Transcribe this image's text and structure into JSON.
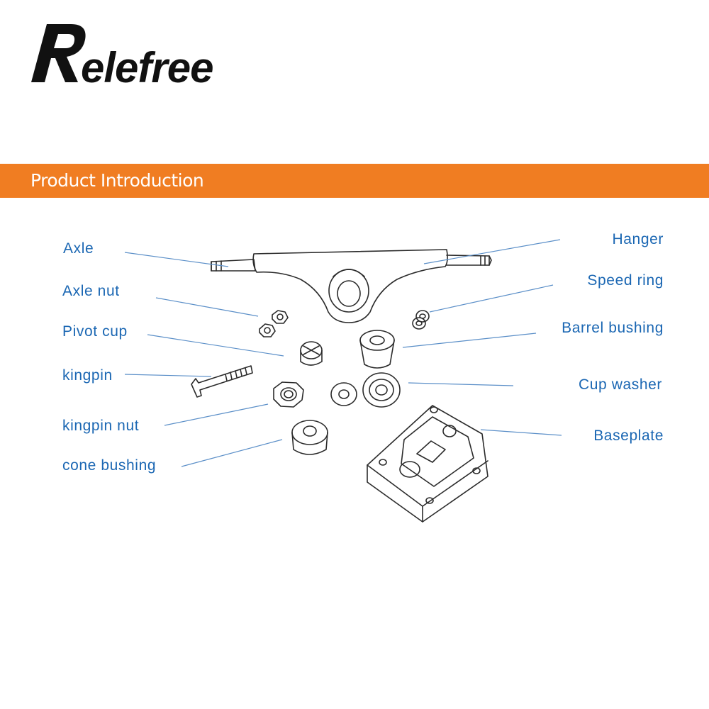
{
  "brand": {
    "logo_text": "Relefree"
  },
  "banner": {
    "title": "Product Introduction"
  },
  "colors": {
    "banner": "#f07d22",
    "label": "#1b67b3",
    "leader_line": "#5b8fc8",
    "part_outline": "#2b2b2b"
  },
  "labels": {
    "left": [
      "Axle",
      "Axle nut",
      "Pivot cup",
      "kingpin",
      "kingpin nut",
      "cone bushing"
    ],
    "right": [
      "Hanger",
      "Speed ring",
      "Barrel bushing",
      "Cup washer",
      "Baseplate"
    ]
  }
}
